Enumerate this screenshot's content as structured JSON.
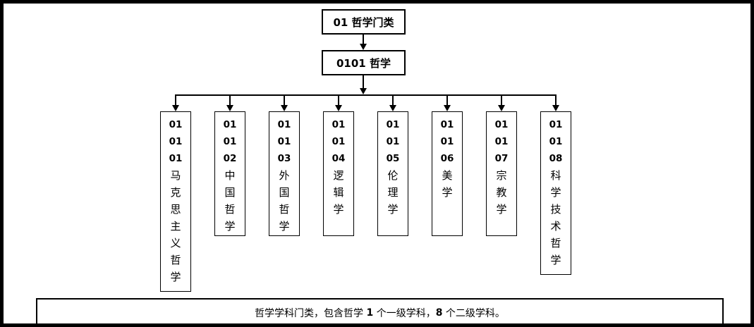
{
  "diagram": {
    "root": {
      "label": "01 哲学门类"
    },
    "level1": {
      "label": "0101 哲学"
    },
    "children": [
      {
        "code": "01 01 01",
        "name": "马克思主义哲学"
      },
      {
        "code": "01 01 02",
        "name": "中国哲学"
      },
      {
        "code": "01 01 03",
        "name": "外国哲学"
      },
      {
        "code": "01 01 04",
        "name": "逻辑学"
      },
      {
        "code": "01 01 05",
        "name": "伦理学"
      },
      {
        "code": "01 01 06",
        "name": "美学"
      },
      {
        "code": "01 01 07",
        "name": "宗教学"
      },
      {
        "code": "01 01 08",
        "name": "科学技术哲学"
      }
    ],
    "caption": {
      "part1": "哲学学科门类，包含哲学 ",
      "num1": "1",
      "part2": " 个一级学科，",
      "num2": "8",
      "part3": " 个二级学科。"
    },
    "colors": {
      "line": "#000000",
      "background": "#ffffff",
      "text": "#000000"
    }
  }
}
